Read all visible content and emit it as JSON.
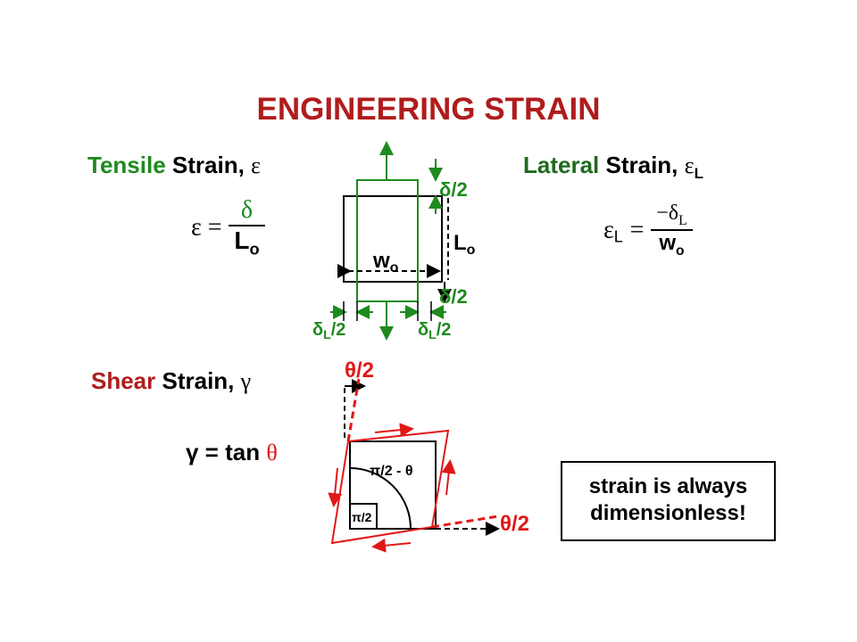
{
  "title": "ENGINEERING STRAIN",
  "colors": {
    "title": "#b01c1c",
    "green": "#1e8a1e",
    "red": "#e01818",
    "black": "#000000"
  },
  "tensile": {
    "word": "Tensile",
    "rest": "Strain, ",
    "symbol": "ε",
    "eq_left": "ε =",
    "num": "δ",
    "den": "L",
    "den_sub": "o"
  },
  "lateral": {
    "word": "Lateral",
    "rest": "Strain, ",
    "symbol": "ε",
    "symbol_sub": "L",
    "eq_left": "ε",
    "eq_left_sub": "L",
    "eq_sign": "=",
    "num": "−δ",
    "num_sub": "L",
    "den": "w",
    "den_sub": "o"
  },
  "shear": {
    "word": "Shear",
    "rest": "Strain, ",
    "symbol": "γ",
    "eq": "γ = tan ",
    "theta": "θ"
  },
  "tensile_diagram": {
    "top_delta": "δ/2",
    "bottom_delta": "δ/2",
    "length": "L",
    "length_sub": "o",
    "width": "w",
    "width_sub": "o",
    "lat_left": "δ",
    "lat_left_sub": "L",
    "lat_left_tail": "/2",
    "lat_right": "δ",
    "lat_right_sub": "L",
    "lat_right_tail": "/2"
  },
  "shear_diagram": {
    "theta_top": "θ/2",
    "theta_right": "θ/2",
    "inner_angle": "π/2 - θ",
    "right_angle": "π/2"
  },
  "note": {
    "line1": "strain is always",
    "line2": "dimensionless!"
  }
}
